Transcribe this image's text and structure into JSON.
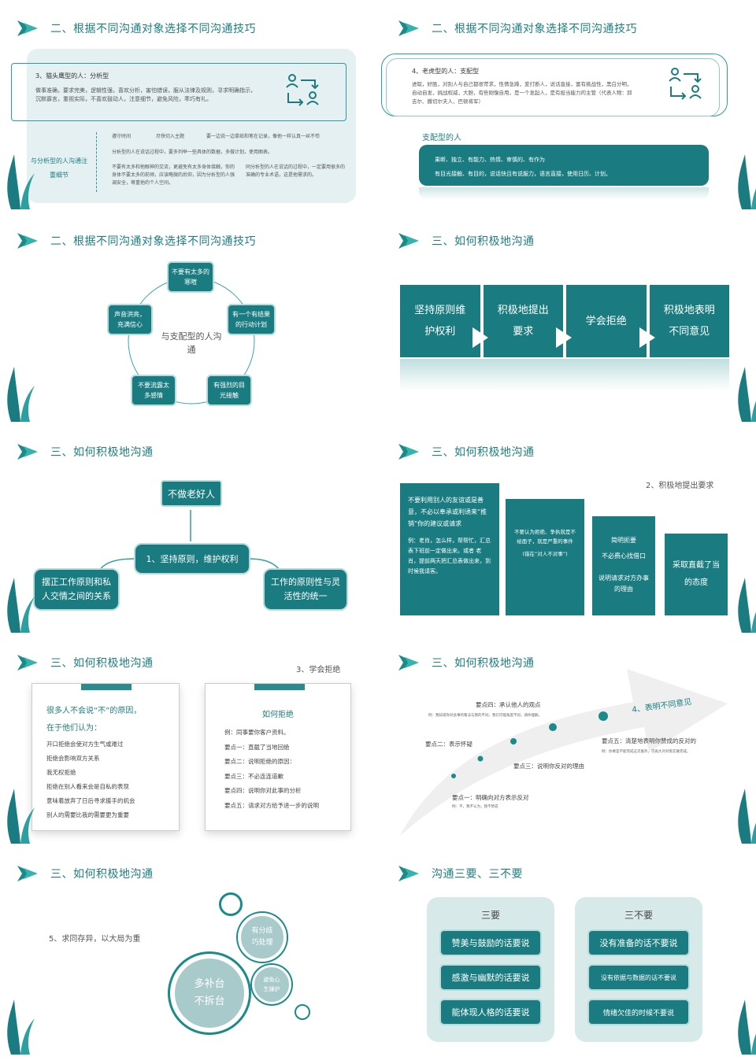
{
  "colors": {
    "teal": "#1a7c80",
    "light": "#e3eff0",
    "text": "#555555"
  },
  "s1": {
    "title": "二、根据不同沟通对象选择不同沟通技巧",
    "type_head": "3、猫头鹰型的人：分析型",
    "type_desc": "做事准确，要求完美，逻辑性强，喜欢分析，害怕错误，服从法律及规则，寻求明确指示，沉默寡言，重视实际，不喜欢鼓动人，注意细节，避免风险，乖巧有礼。",
    "side": "与分析型的人沟通注重细节",
    "r1a": "遵守时间",
    "r1b": "尽快切入主题",
    "r1c": "要一边说一边拿纸和笔在记录，像他一样认真一丝不苟",
    "r2": "分析型的人在说话过程中，要多列举一些具体的数据，多做计划，使用图表。",
    "r3a": "不要有太多和他眼神的交流，更避免有太多身体接触，你的身体不要太多的前倾，应该略微的后仰，因为分析型的人强调安全，尊重他的个人空间。",
    "r3b": "同分析型的人在说话的过程中，一定要用很多的准确的专业术语，这是他需求的。"
  },
  "s2": {
    "title": "二、根据不同沟通对象选择不同沟通技巧",
    "type_head": "4、老虎型的人：支配型",
    "type_desc": "进取，好胜，对别人与自己都很苛求，性情急躁，爱打断人，说话直接，富有挑战性，黑白分明，自动自发，挑战权威，大胆，有些刚愎自用，是一个发起人，是有担当能力的主管（代表人物：邱吉尔、撒切尔夫人、巴顿将军）",
    "sub": "支配型的人",
    "line1": "果断、独立、有能力、热情、审慎的、有作为",
    "line2": "有目光接触、有目的，说话快且有说服力，语言直接，使用日历、计划。"
  },
  "s3": {
    "title": "二、根据不同沟通对象选择不同沟通技巧",
    "center": "与支配型的人沟通",
    "n1": "不要有太多的寒暄",
    "n2": "有一个有结果的行动计划",
    "n3": "有强烈的目光接触",
    "n4": "不要流露太多感情",
    "n5": "声音洪亮，充满信心"
  },
  "s4": {
    "title": "三、如何积极地沟通",
    "b1": "坚持原则维护权利",
    "b2": "积极地提出要求",
    "b3": "学会拒绝",
    "b4": "积极地表明不同意见"
  },
  "s5": {
    "title": "三、如何积极地沟通",
    "top": "不做老好人",
    "mid": "1、坚持原则，维护权利",
    "left": "摆正工作原则和私人交情之间的关系",
    "right": "工作的原则性与灵活性的统一"
  },
  "s6": {
    "title": "三、如何积极地沟通",
    "sub": "2、积极地提出要求",
    "c1a": "不要利用别人的友谊或是善意，不必以奉承或利诱来“推销”你的建议或请求",
    "c1b": "例：老肖，怎么样，帮帮忙，汇总表下班前一定做出来。或者 老肖，提前两天把汇总表做出来，到时候我请客。",
    "c2a": "不要认为拒绝、争执就是不给面子，就是严重的事件",
    "c2b": "(错在“对人不对事”)",
    "c3a": "简明扼要",
    "c3b": "不必费心找借口",
    "c3c": "说明请求对方办事的理由",
    "c4": "采取直截了当的态度"
  },
  "s7": {
    "title": "三、如何积极地沟通",
    "sub": "3、学会拒绝",
    "left_head1": "很多人不会说“不”的原因，",
    "left_head2": "在于他们认为：",
    "l1": "开口拒绝会使对方生气或难过",
    "l2": "拒绝会影响双方关系",
    "l3": "我无权拒绝",
    "l4": "拒绝在别人看来会是自私的表现",
    "l5": "意味着放弃了日后寻求援手的机会",
    "l6": "别人的需要比我的需要更为重要",
    "right_head": "如何拒绝",
    "r1": "例：同事要你客户资料。",
    "r2": "要点一：直截了当地回绝",
    "r3": "要点二：说明拒绝的原因：",
    "r4": "要点三：不必连连道歉",
    "r5": "要点四：说明你对此事的分析",
    "r6": "要点五：请求对方给予进一步的说明"
  },
  "s8": {
    "title": "三、如何积极地沟通",
    "sub": "4、表明不同意见",
    "p4": "要点四：承认他人的观点",
    "p4n": "例：我知道你对此事的看法与我的不同，我们可能角度不同，请你理解。",
    "p2": "要点二：表示怀疑",
    "p5": "要点五：清楚地表明你赞成的反对的",
    "p5n": "例：你要是不能完成这次服务，可再大对对策实难完成。",
    "p3": "要点三：说明你反对的理由",
    "p1": "要点一：明确向对方表示反对",
    "p1n": "例：不，我不认为，我不赞成"
  },
  "s9": {
    "title": "三、如何积极地沟通",
    "sub": "5、求同存异，以大局为重",
    "big": "多补台不拆台",
    "m": "有分歧巧处理",
    "s": "避免心生嫌护"
  },
  "s10": {
    "title": "沟通三要、三不要",
    "left_head": "三要",
    "right_head": "三不要",
    "l1": "赞美与鼓励的话要说",
    "l2": "感激与幽默的话要说",
    "l3": "能体现人格的话要说",
    "r1": "没有准备的话不要说",
    "r2": "没有依据与数据的话不要说",
    "r3": "情绪欠佳的时候不要说"
  }
}
